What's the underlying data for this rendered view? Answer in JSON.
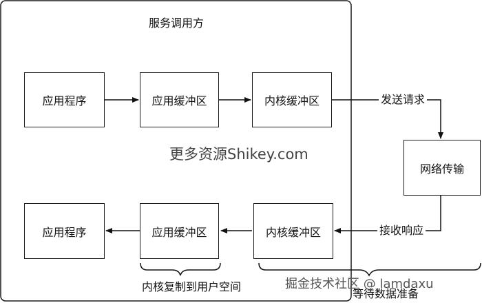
{
  "container_title": "服务调用方",
  "top_row": {
    "app": "应用程序",
    "app_buffer": "应用缓冲区",
    "kernel_buffer": "内核缓冲区"
  },
  "bottom_row": {
    "app": "应用程序",
    "app_buffer": "应用缓冲区",
    "kernel_buffer": "内核缓冲区"
  },
  "network": "网络传输",
  "send_request": "发送请求",
  "receive_response": "接收响应",
  "brace_copy": "内核复制到用户空间",
  "brace_wait": "等待数据准备",
  "watermark_center": "更多资源Shikey.com",
  "watermark_corner": "掘金技术社区 @ lamdaxu"
}
